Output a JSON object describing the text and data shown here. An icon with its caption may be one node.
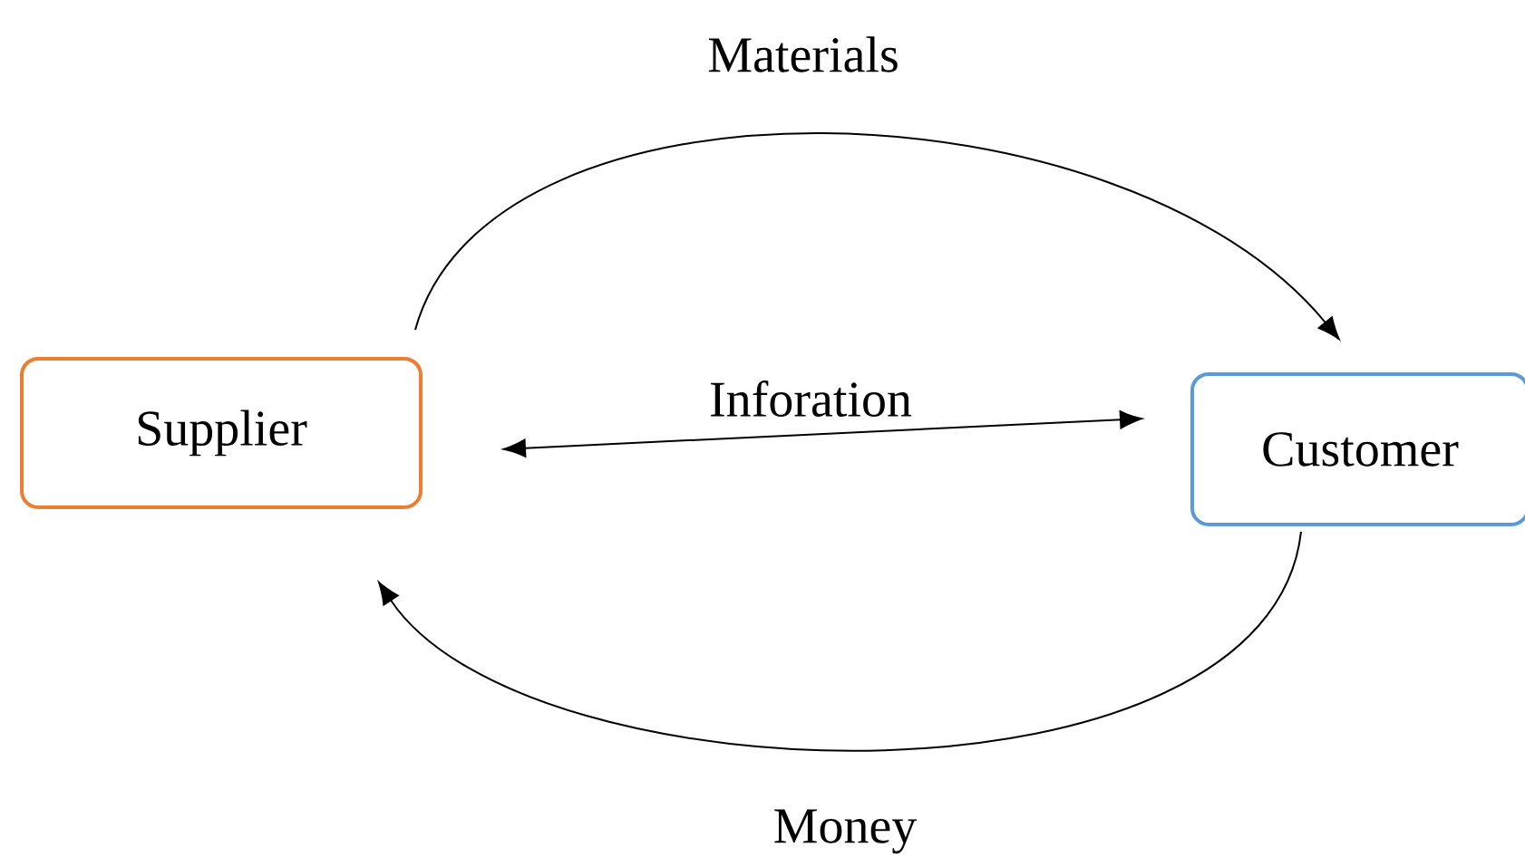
{
  "diagram": {
    "nodes": [
      {
        "text": [
          "Supplier"
        ]
      },
      {
        "text": [
          "Customer"
        ]
      }
    ],
    "edges": [
      {
        "from": 0,
        "to": 1,
        "arrow": "to",
        "label": "Materials"
      },
      {
        "from": 0,
        "to": 1,
        "arrow": "both",
        "label": "Inforation"
      },
      {
        "from": 1,
        "to": 0,
        "arrow": "to",
        "label": "Money"
      }
    ]
  }
}
